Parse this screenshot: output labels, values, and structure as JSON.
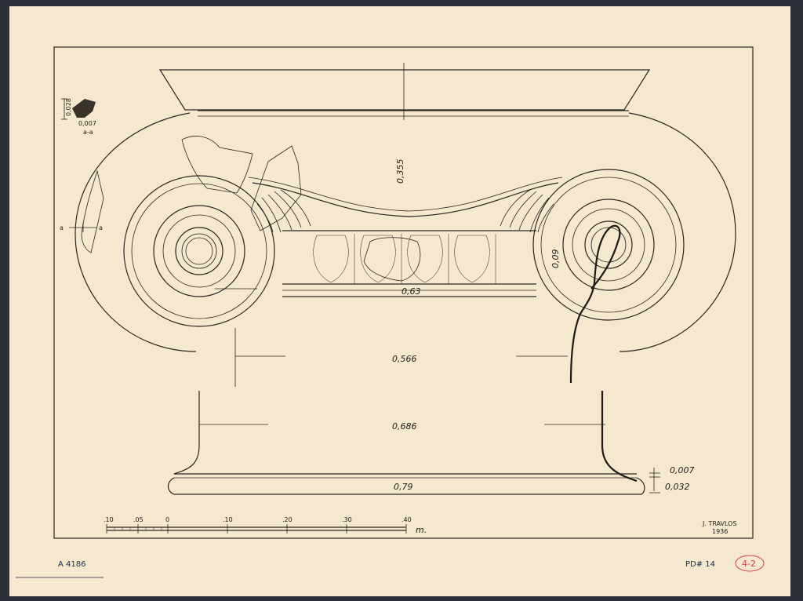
{
  "dimensions": {
    "abacus_height": "0,355",
    "volute_eye": "0,09",
    "echinus_width": "0,63",
    "width_upper": "0,566",
    "width_lower": "0,686",
    "base_width": "0,79",
    "fillet": "0,007",
    "base_height": "0,032",
    "detail_height": "0,028",
    "detail_depth": "0,007"
  },
  "section_labels": {
    "detail": "a-a",
    "left_a": "a",
    "right_a": "a"
  },
  "scale_bar": {
    "ticks": [
      ".10",
      ".05",
      "0",
      ".10",
      ".20",
      ".30",
      ".40"
    ],
    "unit": "m."
  },
  "signature": {
    "name": "J. TRAVLOS",
    "year": "1936"
  },
  "catalog_number": "A 4186",
  "archive_note": "PD# 14",
  "circled_note": "4-2"
}
